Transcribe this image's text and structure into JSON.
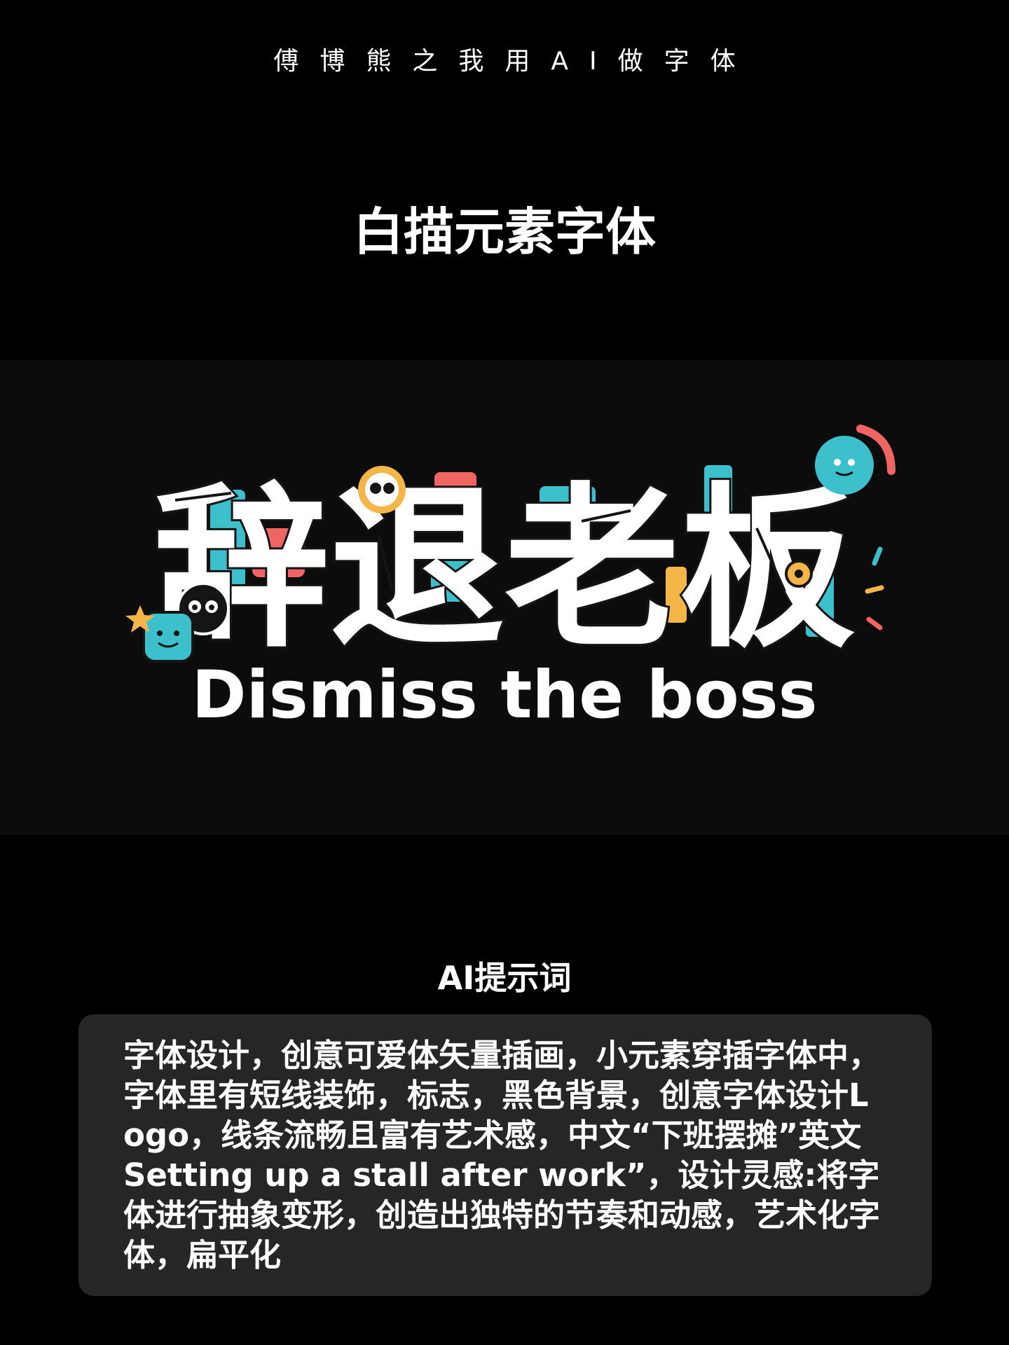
{
  "header": {
    "series_title": "傅博熊之我用AI做字体"
  },
  "page": {
    "title": "白描元素字体"
  },
  "artwork": {
    "chinese_text": "辞退老板",
    "english_text": "Dismiss the boss",
    "colors": {
      "background": "#0c0c0c",
      "letter_fill": "#ffffff",
      "outline": "#151515",
      "teal": "#3cc0cc",
      "coral": "#f06464",
      "yellow": "#f5b648"
    }
  },
  "prompt_section": {
    "title": "AI提示词",
    "text": "字体设计，创意可爱体矢量插画，小元素穿插字体中，字体里有短线装饰，标志，黑色背景，创意字体设计Logo，线条流畅且富有艺术感，中文“下班摆摊”英文 Setting up a stall after work”，设计灵感:将字体进行抽象变形，创造出独特的节奏和动感，艺术化字体，扁平化"
  }
}
